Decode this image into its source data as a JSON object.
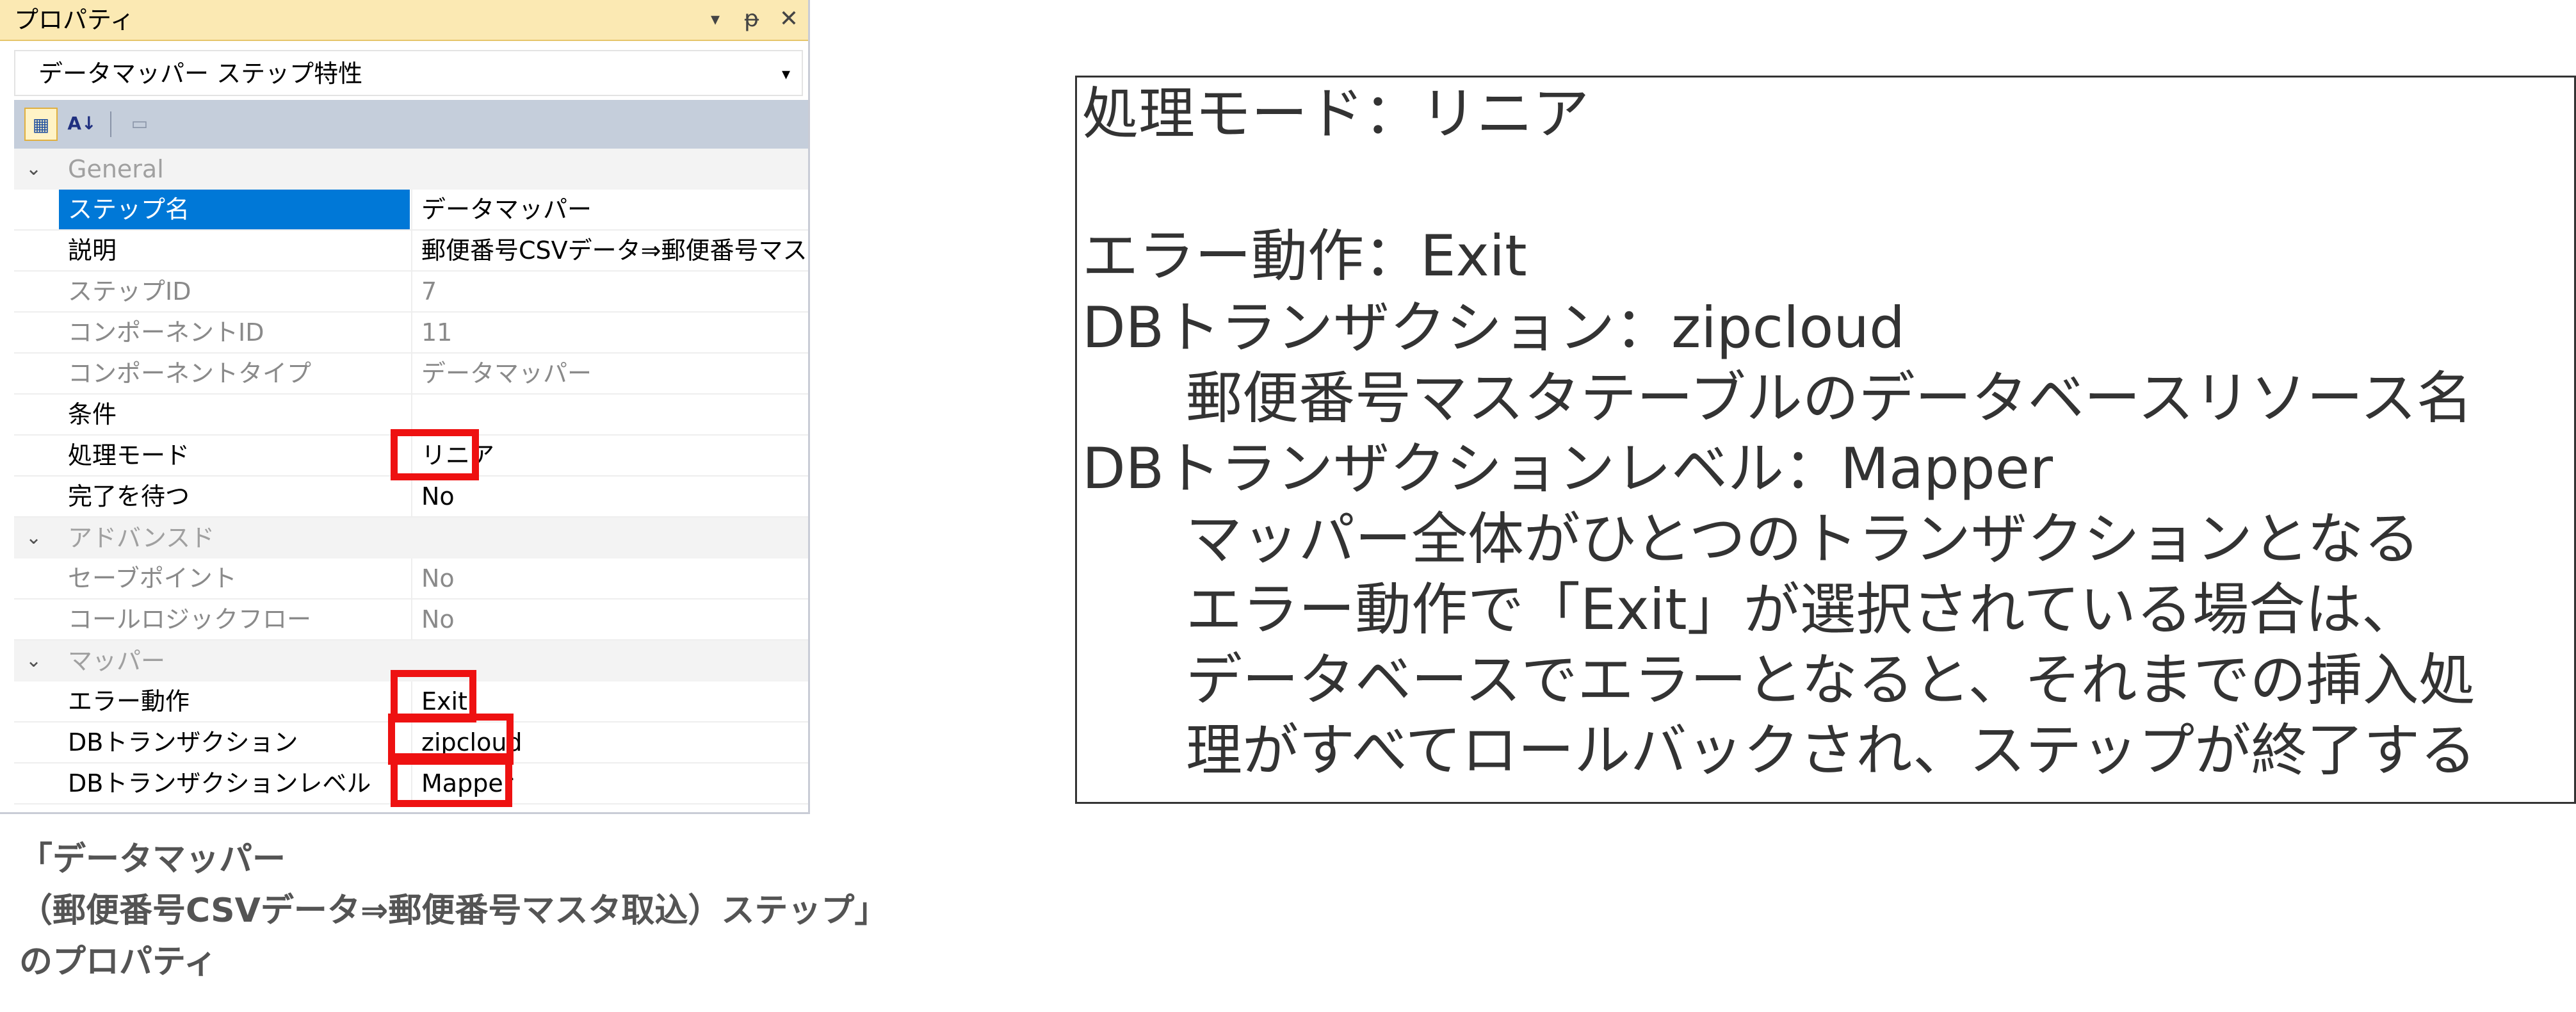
{
  "panel": {
    "title": "プロパティ",
    "controls": {
      "dropdown": "▾",
      "pin": "ᵽ",
      "close": "✕"
    },
    "selector_value": "データマッパー ステップ特性",
    "selector_arrow": "▾",
    "toolbar": {
      "categorized": "▦",
      "alphabetical": "A↓",
      "property_pages": "▭"
    }
  },
  "categories": {
    "general": "General",
    "advanced": "アドバンスド",
    "mapper": "マッパー"
  },
  "properties": {
    "step_name": {
      "name": "ステップ名",
      "value": "データマッパー"
    },
    "description": {
      "name": "説明",
      "value": "郵便番号CSVデータ⇒郵便番号マスタ"
    },
    "step_id": {
      "name": "ステップID",
      "value": "7"
    },
    "component_id": {
      "name": "コンポーネントID",
      "value": "11"
    },
    "component_type": {
      "name": "コンポーネントタイプ",
      "value": "データマッパー"
    },
    "condition": {
      "name": "条件",
      "value": ""
    },
    "processing_mode": {
      "name": "処理モード",
      "value": "リニア"
    },
    "wait_complete": {
      "name": "完了を待つ",
      "value": "No"
    },
    "save_point": {
      "name": "セーブポイント",
      "value": "No"
    },
    "call_logic_flow": {
      "name": "コールロジックフロー",
      "value": "No"
    },
    "error_action": {
      "name": "エラー動作",
      "value": "Exit"
    },
    "db_transaction": {
      "name": "DBトランザクション",
      "value": "zipcloud"
    },
    "db_transaction_level": {
      "name": "DBトランザクションレベル",
      "value": "Mapper"
    }
  },
  "caption": {
    "line1": "「データマッパー",
    "line2": "（郵便番号CSVデータ⇒郵便番号マスタ取込）ステップ」",
    "line3": "のプロパティ"
  },
  "explanation": {
    "line1": "処理モード：リニア",
    "line2": "エラー動作：Exit",
    "line3": "DBトランザクション：zipcloud",
    "line4": "郵便番号マスタテーブルのデータベースリソース名",
    "line5": "DBトランザクションレベル：Mapper",
    "line6": "マッパー全体がひとつのトランザクションとなる",
    "line7": "エラー動作で「Exit」が選択されている場合は、",
    "line8": "データベースでエラーとなると、それまでの挿入処",
    "line9": "理がすべてロールバックされ、ステップが終了する"
  },
  "colors": {
    "titlebar": "#fbe9b3",
    "selection": "#0078d7",
    "highlight": "#ee1111",
    "toolbar": "#c5cedb"
  }
}
